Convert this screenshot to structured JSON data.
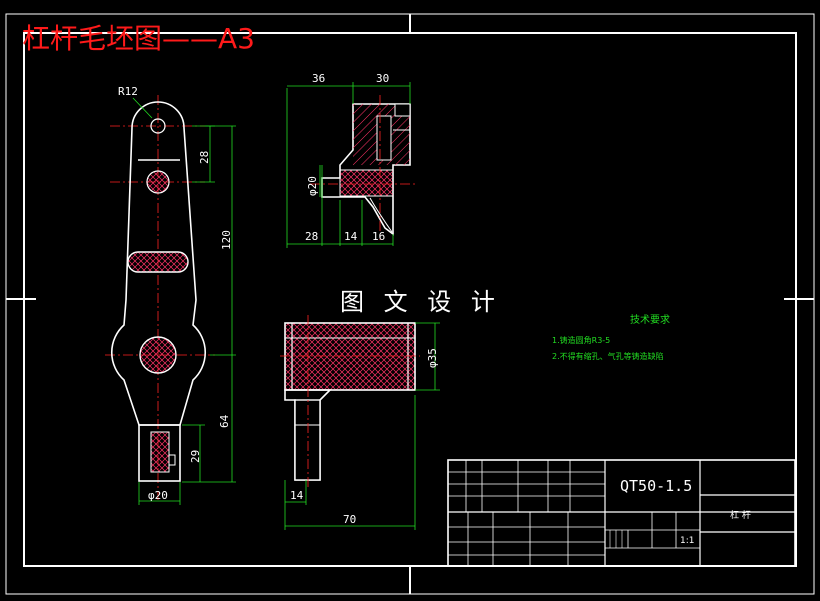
{
  "title": "杠杆毛坯图——A3",
  "watermark": "图 文 设 计",
  "dimensions": {
    "r12": "R12",
    "d28_top": "28",
    "d120": "120",
    "d64": "64",
    "d29": "29",
    "phi20_bottom": "φ20",
    "d36": "36",
    "d30": "30",
    "phi20_side": "φ20",
    "d28_side": "28",
    "d14_side": "14",
    "d16_side": "16",
    "phi35": "φ35",
    "d14_bottom": "14",
    "d70": "70"
  },
  "technical_requirements": {
    "heading": "技术要求",
    "items": [
      "1.铸造圆角R3-5",
      "2.不得有缩孔、气孔等铸造缺陷"
    ]
  },
  "title_block": {
    "material": "QT50-1.5",
    "part_name": "杠 杆",
    "scale": "1:1"
  },
  "colors": {
    "background": "#000000",
    "outline": "#ffffff",
    "dimension": "#22dd22",
    "center_line": "#ff2222",
    "hatch": "#ff3366",
    "title": "#ff1a1a"
  }
}
